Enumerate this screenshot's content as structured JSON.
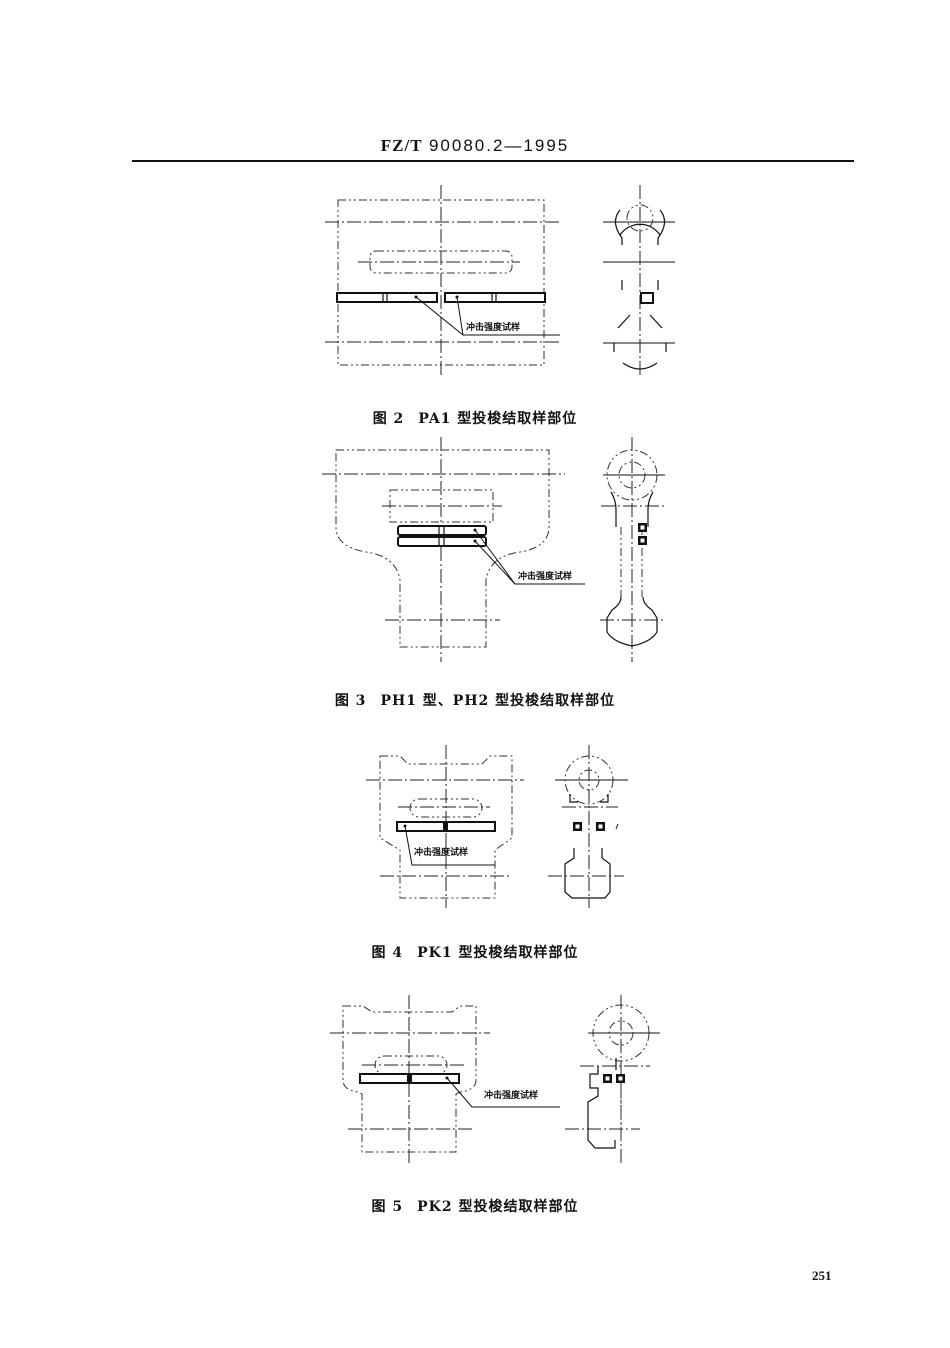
{
  "header": {
    "standard_code": "FZ/T",
    "standard_number": "90080.2—1995"
  },
  "figures": [
    {
      "label": "图 2",
      "caption": "PA1 型投梭结取样部位",
      "annotation": "冲击强度试样"
    },
    {
      "label": "图 3",
      "caption": "PH1 型、PH2 型投梭结取样部位",
      "annotation": "冲击强度试样"
    },
    {
      "label": "图 4",
      "caption": "PK1 型投梭结取样部位",
      "annotation": "冲击强度试样"
    },
    {
      "label": "图 5",
      "caption": "PK2 型投梭结取样部位",
      "annotation": "冲击强度试样"
    }
  ],
  "footer": {
    "page_number": "251"
  }
}
